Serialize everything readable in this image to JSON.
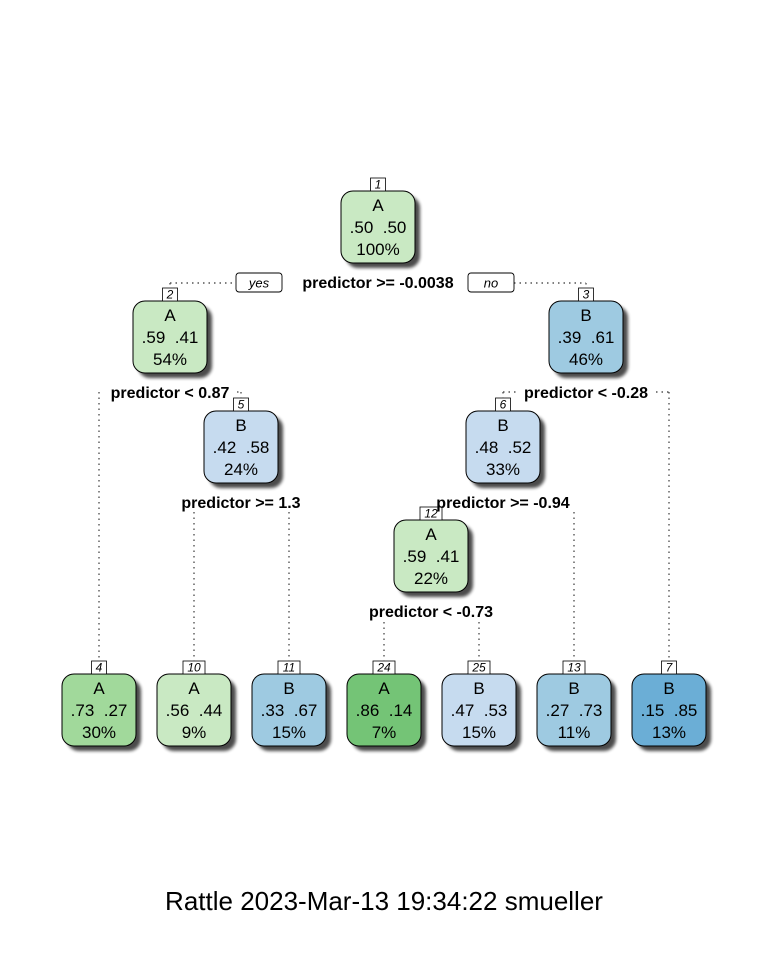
{
  "footer": "Rattle 2023-Mar-13 19:34:22 smueller",
  "edge_labels": {
    "yes": "yes",
    "no": "no"
  },
  "nodes": [
    {
      "id": "1",
      "class": "A",
      "probs": ".50  .50",
      "pct": "100%",
      "color": "#c9e9c3"
    },
    {
      "id": "2",
      "class": "A",
      "probs": ".59  .41",
      "pct": "54%",
      "color": "#c9e9c3"
    },
    {
      "id": "3",
      "class": "B",
      "probs": ".39  .61",
      "pct": "46%",
      "color": "#9ecae1"
    },
    {
      "id": "5",
      "class": "B",
      "probs": ".42  .58",
      "pct": "24%",
      "color": "#c6dbef"
    },
    {
      "id": "6",
      "class": "B",
      "probs": ".48  .52",
      "pct": "33%",
      "color": "#c6dbef"
    },
    {
      "id": "12",
      "class": "A",
      "probs": ".59  .41",
      "pct": "22%",
      "color": "#c9e9c3"
    },
    {
      "id": "4",
      "class": "A",
      "probs": ".73  .27",
      "pct": "30%",
      "color": "#a1d99b"
    },
    {
      "id": "10",
      "class": "A",
      "probs": ".56  .44",
      "pct": "9%",
      "color": "#c9e9c3"
    },
    {
      "id": "11",
      "class": "B",
      "probs": ".33  .67",
      "pct": "15%",
      "color": "#9ecae1"
    },
    {
      "id": "24",
      "class": "A",
      "probs": ".86  .14",
      "pct": "7%",
      "color": "#74c476"
    },
    {
      "id": "25",
      "class": "B",
      "probs": ".47  .53",
      "pct": "15%",
      "color": "#c6dbef"
    },
    {
      "id": "13",
      "class": "B",
      "probs": ".27  .73",
      "pct": "11%",
      "color": "#9ecae1"
    },
    {
      "id": "7",
      "class": "B",
      "probs": ".15  .85",
      "pct": "13%",
      "color": "#6baed6"
    }
  ],
  "splits": [
    {
      "node": "1",
      "text": "predictor >= -0.0038"
    },
    {
      "node": "2",
      "text": "predictor < 0.87"
    },
    {
      "node": "3",
      "text": "predictor < -0.28"
    },
    {
      "node": "5",
      "text": "predictor >= 1.3"
    },
    {
      "node": "6",
      "text": "predictor >= -0.94"
    },
    {
      "node": "12",
      "text": "predictor < -0.73"
    }
  ]
}
